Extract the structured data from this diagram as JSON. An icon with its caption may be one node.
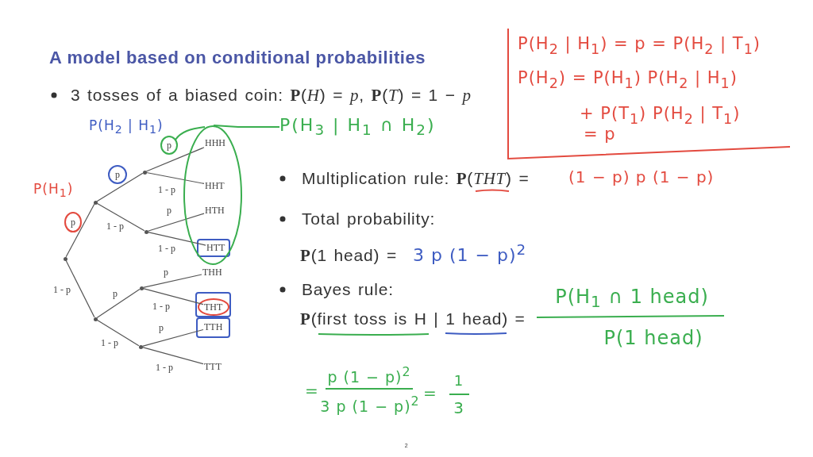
{
  "diagram": {
    "title": "A model based on conditional probabilities",
    "nodes": [
      {
        "text": [],
        "shape": "dot"
      },
      {
        "text": [],
        "shape": "dot"
      },
      {
        "text": [],
        "shape": "dot"
      },
      {
        "text": [],
        "shape": "dot"
      },
      {
        "text": [],
        "shape": "dot"
      },
      {
        "text": [],
        "shape": "dot"
      },
      {
        "text": [],
        "shape": "dot"
      },
      {
        "text": [
          "HHH"
        ],
        "in": 15
      },
      {
        "text": [
          "HHT"
        ],
        "in": 15
      },
      {
        "text": [
          "HTH"
        ],
        "in": 15
      },
      {
        "text": [
          "HTT"
        ],
        "in": 15
      },
      {
        "text": [
          "THH"
        ]
      },
      {
        "text": [
          "THT"
        ]
      },
      {
        "text": [
          "TTH"
        ]
      },
      {
        "text": [
          "TTT"
        ]
      },
      {
        "text": [],
        "shape": "ellipse"
      },
      {
        "text": [
          "P(H$_{3}$ | H$_{1}$ ∩ H$_{2}$)"
        ]
      },
      {
        "text": [
          "P(H$_{2}$ | H$_{1}$) = p = P(H$_{2}$ | T$_{1}$)",
          "P(H$_{2}$) = P(H$_{1}$) P(H$_{2}$ | H$_{1}$)",
          "+ P(T$_{1}$) P(H$_{2}$ | T$_{1}$)",
          "= p"
        ]
      }
    ],
    "edges": [
      {
        "from": 0,
        "to": 1,
        "arrow": "none",
        "label": "p"
      },
      {
        "from": 0,
        "to": 2,
        "arrow": "none",
        "label": "1 - p"
      },
      {
        "from": 1,
        "to": 3,
        "arrow": "none",
        "label": "p"
      },
      {
        "from": 1,
        "to": 4,
        "arrow": "none",
        "label": "1 - p"
      },
      {
        "from": 3,
        "to": 7,
        "arrow": "none",
        "label": "p"
      },
      {
        "from": 3,
        "to": 8,
        "arrow": "none",
        "label": "1 - p"
      },
      {
        "from": 4,
        "to": 9,
        "arrow": "none",
        "label": "p"
      },
      {
        "from": 4,
        "to": 10,
        "arrow": "none",
        "label": "1 - p"
      },
      {
        "from": 2,
        "to": 5,
        "arrow": "none",
        "label": "p"
      },
      {
        "from": 2,
        "to": 6,
        "arrow": "none",
        "label": "1 - p"
      },
      {
        "from": 5,
        "to": 11,
        "arrow": "none",
        "label": "p"
      },
      {
        "from": 5,
        "to": 12,
        "arrow": "none",
        "label": "1 - p"
      },
      {
        "from": 6,
        "to": 13,
        "arrow": "none",
        "label": "p"
      },
      {
        "from": 6,
        "to": 14,
        "arrow": "none",
        "label": "1 - p"
      },
      {
        "from": 16,
        "to": 15,
        "arrow": "none",
        "color": "#3aae4f"
      }
    ],
    "labels": [
      "3 tosses of a biased coin: **P**(*H*) = *p*, **P**(*T*) = 1 − *p*",
      "P(H$_{2}$ | H$_{1}$)",
      "P(H$_{1}$)",
      "Multiplication rule: **P**(*THT*) =",
      "(1 − p) p (1 − p)",
      "Total probability:",
      "**P**(1 head) =",
      "3 p (1 − p)$^{2}$",
      "Bayes rule:",
      "**P**(first toss is H | 1 head) =",
      "P(H$_{1}$ ∩ 1 head)",
      "P(1 head)",
      "=",
      "p (1 − p)$^{2}$",
      "3 p (1 − p)$^{2}$",
      "=",
      "1",
      "3",
      "2"
    ]
  }
}
